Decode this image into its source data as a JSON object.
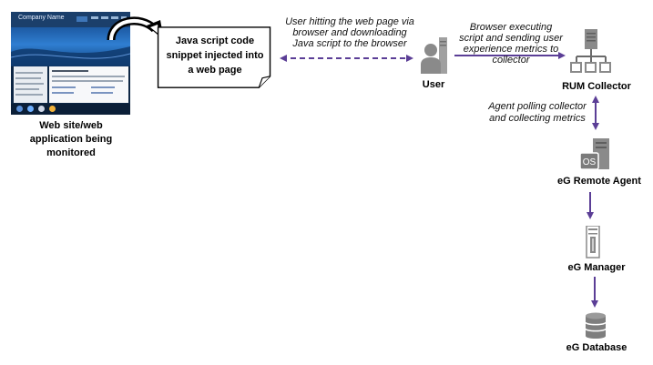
{
  "website": {
    "company_name": "Company Name",
    "caption": [
      "Web site/web",
      "application being",
      "monitored"
    ]
  },
  "snippet": {
    "lines": [
      "Java script code",
      "snippet injected into",
      "a web page"
    ]
  },
  "user": {
    "label": "User",
    "note": [
      "User hitting the web page via",
      "browser and downloading",
      "Java script to the browser"
    ]
  },
  "rum_collector": {
    "label": "RUM Collector",
    "note": [
      "Browser executing",
      "script and sending user",
      "experience metrics to",
      "collector"
    ]
  },
  "agent": {
    "label": "eG Remote Agent",
    "os_text": "OS",
    "note": [
      "Agent polling collector",
      "and collecting metrics"
    ]
  },
  "manager": {
    "label": "eG Manager"
  },
  "database": {
    "label": "eG Database"
  },
  "colors": {
    "arrow": "#5b3e96",
    "icon_gray": "#8a8a8a",
    "icon_dark": "#5f5f5f"
  },
  "icons": [
    "curved-arrow-icon",
    "user-icon",
    "server-tree-icon",
    "os-server-icon",
    "tower-server-icon",
    "database-icon"
  ]
}
